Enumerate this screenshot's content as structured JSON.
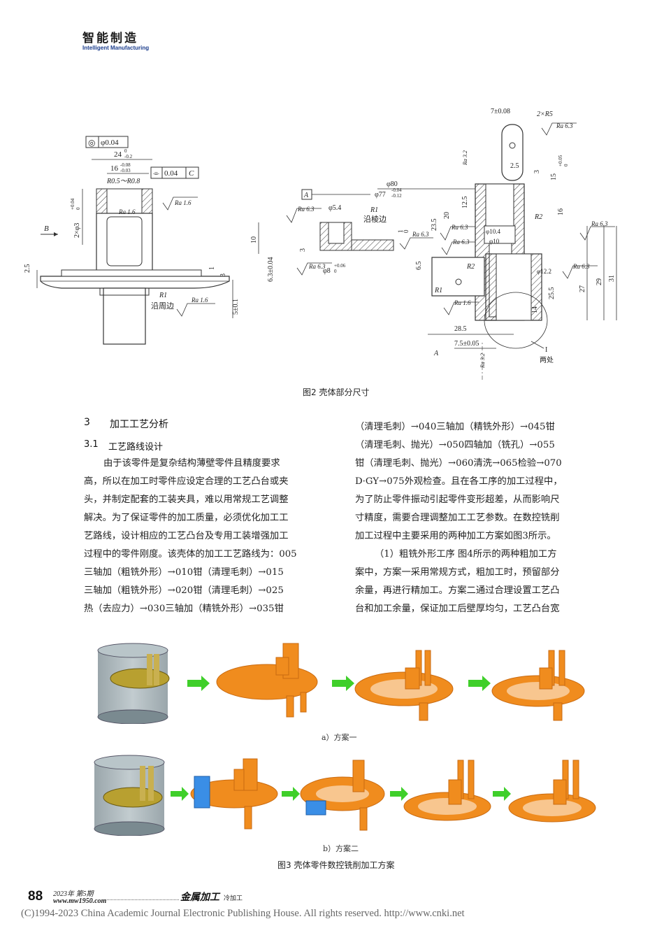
{
  "header": {
    "title_cn": "智能制造",
    "title_en": "Intelligent Manufacturing"
  },
  "figure2": {
    "caption": "图2  壳体部分尺寸",
    "left_labels": {
      "conc": "◎",
      "phi004": "φ0.04",
      "d24": "24",
      "d24_tol_top": "0",
      "d24_tol_bot": "-0.2",
      "d16": "16",
      "d16_tol_top": "-0.08",
      "d16_tol_bot": "-0.03",
      "sym": "⌯",
      "flat_val": "0.04",
      "flat_ref": "C",
      "r05": "R0.5～R0.8",
      "ra16a": "Ra 1.6",
      "ra16b": "Ra 1.6",
      "ra16c": "Ra 1.6",
      "phi3": "2×φ3",
      "phi3_tol_top": "+0.04",
      "phi3_tol_bot": "0",
      "B": "B",
      "d25": "2.5",
      "d1": "1",
      "d3": "3",
      "r1": "R1",
      "edge": "沿周边",
      "d5": "5±0.1"
    },
    "right_labels": {
      "d7": "7±0.08",
      "r5": "2×R5",
      "ra63a": "Ra 6.3",
      "ra32a": "Ra 3.2",
      "d25": "2.5",
      "d3": "3",
      "d15": "15",
      "d15_tol_top": "+0.05",
      "d15_tol_bot": "0",
      "phi80": "φ80",
      "phi77": "φ77",
      "phi77_tol_top": "-0.04",
      "phi77_tol_bot": "-0.12",
      "A": "A",
      "ra63b": "Ra 6.3",
      "phi54": "φ5.4",
      "r1a": "R1",
      "edge_ridge": "沿棱边",
      "d10": "10",
      "d1": "1",
      "d0": "0",
      "ra63c": "Ra 6.3",
      "ra63d": "Ra 6.3",
      "d20": "20",
      "d125": "12.5",
      "d235": "23.5",
      "d16": "16",
      "r2": "R2",
      "ra63e": "Ra 6.3",
      "phi104": "φ10.4",
      "phi10": "φ10",
      "ra63f": "Ra 6.3",
      "d3b": "3",
      "d63": "6.3±0.04",
      "ra63g": "Ra 6.3",
      "phi8": "φ8",
      "phi8_tol_top": "+0.06",
      "phi8_tol_bot": "0",
      "d65": "6.5",
      "r2b": "R2",
      "phi122": "φ12.2",
      "ra63h": "Ra 6.3",
      "r1b": "R1",
      "ra16": "Ra 1.6",
      "d14": "14",
      "d255": "25.5",
      "d27": "27",
      "d29": "29",
      "d31": "31",
      "d285": "28.5",
      "d75": "7.5±0.05",
      "d75_tol": "0",
      "ra32b": "Ra 3.2",
      "A2": "A",
      "I": "I",
      "two": "两处"
    }
  },
  "section3": {
    "num": "3",
    "title": "加工工艺分析",
    "sub_num": "3.1",
    "sub_title": "工艺路线设计"
  },
  "left_column": {
    "lines": [
      "由于该零件是复杂结构薄壁零件且精度要求",
      "高，所以在加工时零件应设定合理的工艺凸台或夹",
      "头，并制定配套的工装夹具，难以用常规工艺调整",
      "解决。为了保证零件的加工质量，必须优化加工工",
      "艺路线，设计相应的工艺凸台及专用工装增强加工",
      "过程中的零件刚度。该壳体的加工工艺路线为：005",
      "三轴加（粗铣外形）→010钳（清理毛刺）→015",
      "三轴加（粗铣外形）→020钳（清理毛刺）→025",
      "热（去应力）→030三轴加（精铣外形）→035钳"
    ]
  },
  "right_column": {
    "lines": [
      "（清理毛刺）→040三轴加（精铣外形）→045钳",
      "（清理毛刺、抛光）→050四轴加（铣孔）→055",
      "钳（清理毛刺、抛光）→060清洗→065检验→070",
      "D·GY→075外观检查。且在各工序的加工过程中，",
      "为了防止零件振动引起零件变形超差，从而影响尺",
      "寸精度，需要合理调整加工工艺参数。在数控铣削",
      "加工过程中主要采用的两种加工方案如图3所示。",
      "（1）粗铣外形工序   图4所示的两种粗加工方",
      "案中，方案一采用常规方式，粗加工时，预留部分",
      "余量，再进行精加工。方案二通过合理设置工艺凸",
      "台和加工余量，保证加工后壁厚均匀，工艺凸台宽"
    ]
  },
  "figure3": {
    "caption_a": "a）方案一",
    "caption_b": "b）方案二",
    "caption": "图3   壳体零件数控铣削加工方案",
    "colors": {
      "orange": "#f08c1e",
      "orange_dark": "#c96a10",
      "blue": "#3a8ee6",
      "green_arrow": "#3fcf2a",
      "gold": "#b8a030",
      "cylinder": "#8a9aa0"
    }
  },
  "footer": {
    "page_number": "88",
    "issue": "2023年 第5期",
    "url": "www.mw1950.com",
    "journal": "金属加工",
    "journal_sub": "冷加工",
    "cnki": "(C)1994-2023 China Academic Journal Electronic Publishing House. All rights reserved.      http://www.cnki.net"
  }
}
